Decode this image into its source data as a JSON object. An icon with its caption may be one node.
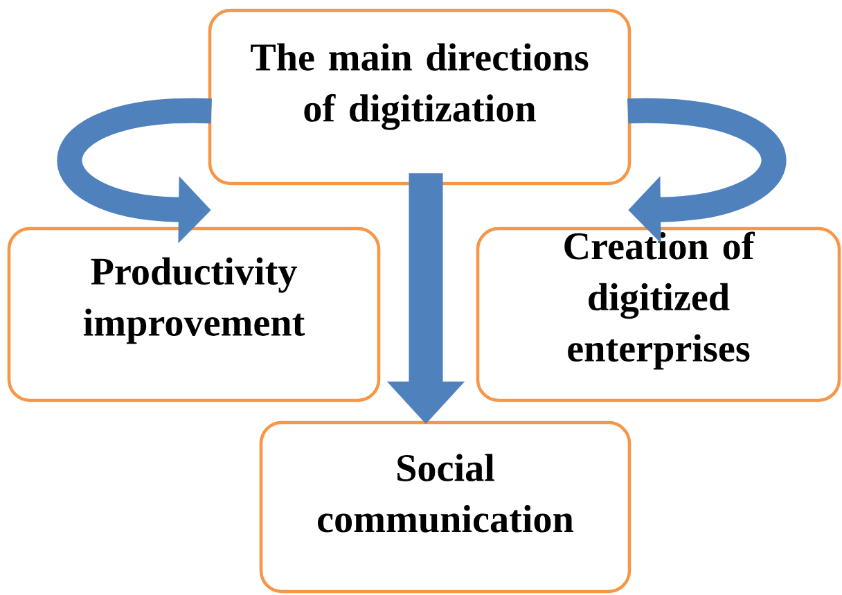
{
  "diagram": {
    "nodes": [
      {
        "text": [
          "The main directions of digitization"
        ]
      },
      {
        "text": [
          "Productivity improvement"
        ]
      },
      {
        "text": [
          "Creation of digitized enterprises"
        ]
      },
      {
        "text": [
          "Social communication"
        ]
      }
    ],
    "edges": [
      {
        "from": 0,
        "to": 1,
        "arrow": "to"
      },
      {
        "from": 0,
        "to": 2,
        "arrow": "to"
      },
      {
        "from": 0,
        "to": 3,
        "arrow": "to"
      }
    ]
  }
}
